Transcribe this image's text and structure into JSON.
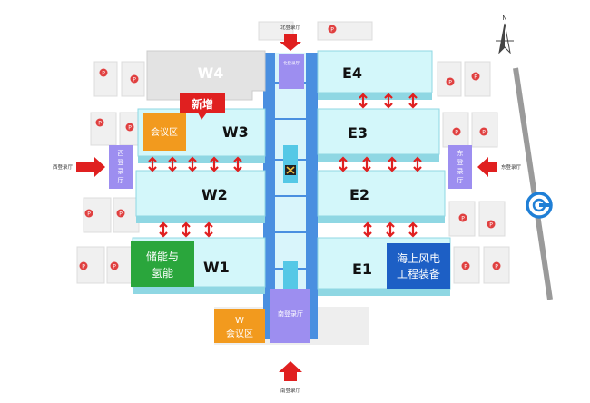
{
  "halls": {
    "w4": "W4",
    "w3": "W3",
    "w2": "W2",
    "w1": "W1",
    "e4": "E4",
    "e3": "E3",
    "e2": "E2",
    "e1": "E1"
  },
  "labels": {
    "new_tag": "新增",
    "meeting_area": "会议区",
    "storage_line1": "储能与",
    "storage_line2": "氢能",
    "offshore_line1": "海上风电",
    "offshore_line2": "工程装备",
    "w_meeting_line1": "W",
    "w_meeting_line2": "会议区"
  },
  "entrances": {
    "north": "北登录厅",
    "south": "南登录厅",
    "south_gate": "南登录厅",
    "west_line1": "西",
    "west_line2": "登",
    "west_line3": "录",
    "west_line4": "厅",
    "east_line1": "东",
    "east_line2": "登",
    "east_line3": "录",
    "east_line4": "厅",
    "west_arrow": "西登录厅",
    "east_arrow": "东登录厅"
  },
  "compass": {
    "north": "N"
  },
  "parking_symbol": "P",
  "colors": {
    "hall": "#d3f7fa",
    "hall_side": "#8fd7e3",
    "w4": "#e3e3e3",
    "corridor": "#4a8fe0",
    "lobby": "#9d8ef0",
    "arrow": "#e02020",
    "orange": "#f29a1e",
    "green": "#2aa63c",
    "blue": "#1d5fc5",
    "parking": "#f0f0f0",
    "parking_dot": "#e04040",
    "metro": "#1f7fd6"
  }
}
